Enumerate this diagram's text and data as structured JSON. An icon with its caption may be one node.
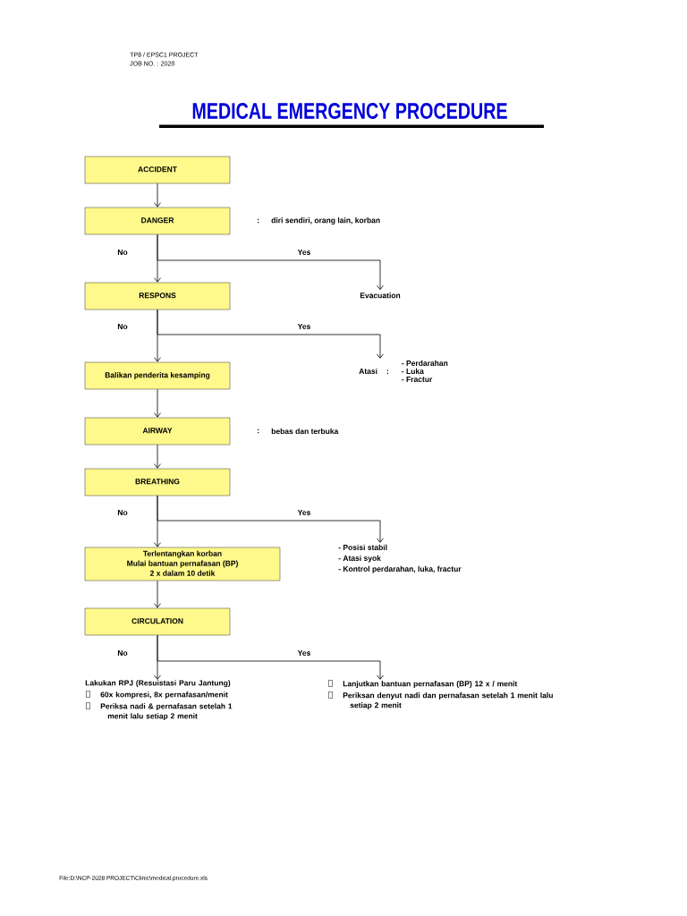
{
  "diagram": {
    "title": "MEDICAL EMERGENCY PROCEDURE",
    "nodes": [
      {
        "text": [
          "ACCIDENT"
        ]
      },
      {
        "text": [
          "DANGER"
        ],
        "beside": [
          ":",
          "diri sendiri, orang lain, korban"
        ]
      },
      {
        "text": [
          "RESPONS"
        ]
      },
      {
        "text": [
          "Evacuation"
        ]
      },
      {
        "text": [
          "Balikan penderita kesamping"
        ]
      },
      {
        "text": [
          "Atasi",
          ":",
          "- Perdarahan",
          "- Luka",
          "- Fractur"
        ]
      },
      {
        "text": [
          "AIRWAY"
        ],
        "beside": [
          ":",
          "bebas dan terbuka"
        ]
      },
      {
        "text": [
          "BREATHING"
        ]
      },
      {
        "text": [
          "Terlentangkan korban",
          "Mulai bantuan pernafasan (BP)",
          "2 x dalam 10 detik"
        ]
      },
      {
        "text": [
          "- Posisi stabil",
          "- Atasi syok",
          "- Kontrol perdarahan, luka, fractur"
        ]
      },
      {
        "text": [
          "CIRCULATION"
        ]
      },
      {
        "text": [
          "Lakukan RPJ (Resuistasi Paru Jantung)",
          "60x kompresi, 8x pernafasan/menit",
          "Periksa nadi & pernafasan setelah 1 menit lalu setiap 2 menit"
        ]
      },
      {
        "text": [
          "Lanjutkan bantuan pernafasan (BP) 12 x / menit",
          "Periksan denyut nadi dan pernafasan setelah 1 menit lalu setiap 2 menit"
        ]
      }
    ],
    "edges": [
      {
        "from": 0,
        "to": 1,
        "arrow": "to"
      },
      {
        "from": 1,
        "to": 2,
        "arrow": "to",
        "label": "No"
      },
      {
        "from": 1,
        "to": 3,
        "arrow": "to",
        "label": "Yes"
      },
      {
        "from": 2,
        "to": 4,
        "arrow": "to",
        "label": "No"
      },
      {
        "from": 2,
        "to": 5,
        "arrow": "to",
        "label": "Yes"
      },
      {
        "from": 4,
        "to": 6,
        "arrow": "to"
      },
      {
        "from": 6,
        "to": 7,
        "arrow": "to"
      },
      {
        "from": 7,
        "to": 8,
        "arrow": "to",
        "label": "No"
      },
      {
        "from": 7,
        "to": 9,
        "arrow": "to",
        "label": "Yes"
      },
      {
        "from": 8,
        "to": 10,
        "arrow": "to"
      },
      {
        "from": 10,
        "to": 11,
        "arrow": "to",
        "label": "No"
      },
      {
        "from": 10,
        "to": 12,
        "arrow": "to",
        "label": "Yes"
      }
    ],
    "labels": [
      "TP8 / EPSC1 PROJECT",
      "JOB NO. : 2028",
      "File:D:\\NCP-2028 PROJECT\\Clinic\\medical.procedure.xls"
    ]
  }
}
